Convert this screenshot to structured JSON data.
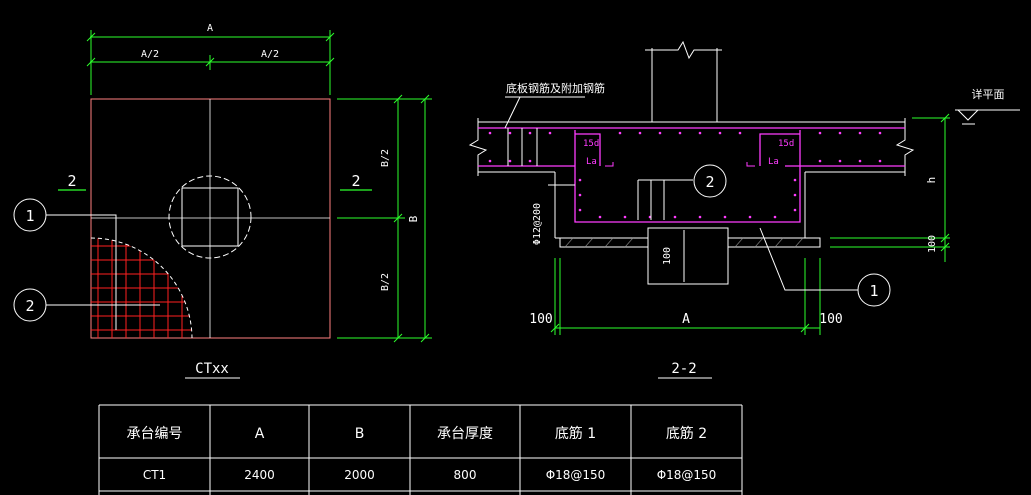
{
  "plan": {
    "dim_a": "A",
    "dim_a_half_left": "A/2",
    "dim_a_half_right": "A/2",
    "dim_b": "B",
    "dim_b_half_top": "B/2",
    "dim_b_half_bottom": "B/2",
    "section_mark_left": "2",
    "section_mark_right": "2",
    "callout_1": "1",
    "callout_2": "2",
    "title": "CTxx"
  },
  "section": {
    "label_rebar": "底板钢筋及附加钢筋",
    "label_grade": "详平面",
    "anchor_left": "15d",
    "anchor_right": "15d",
    "la_left": "La",
    "la_right": "La",
    "stirrup_spec": "Φ12@200",
    "dim_h": "h",
    "dim_100_pad": "100",
    "dim_100_pile": "100",
    "dim_100_left": "100",
    "dim_100_right": "100",
    "dim_a": "A",
    "callout_2": "2",
    "callout_1": "1",
    "title": "2-2"
  },
  "table": {
    "headers": [
      "承台编号",
      "A",
      "B",
      "承台厚度",
      "底筋 1",
      "底筋  2"
    ],
    "rows": [
      [
        "CT1",
        "2400",
        "2000",
        "800",
        "Φ18@150",
        "Φ18@150"
      ]
    ]
  },
  "colors": {
    "background": "#000000",
    "dimension": "#2cff2c",
    "outline": "#ff7f7f",
    "rebar": "#ff3cff",
    "mesh": "#ff2020",
    "line": "#ffffff"
  }
}
